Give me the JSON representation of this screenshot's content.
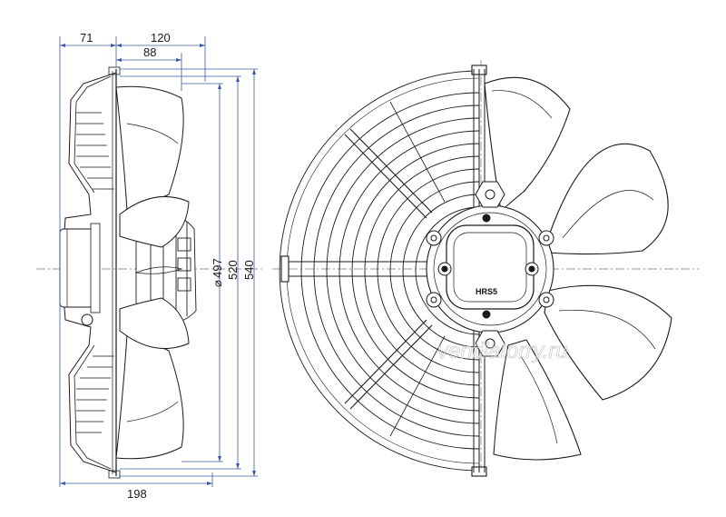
{
  "side_view": {
    "dimensions": {
      "guard_depth": "71",
      "mount_depth": "120",
      "motor_depth": "88",
      "total_depth": "198",
      "blade_dia": "497",
      "dia_symbol": "⌀",
      "mount_circle": "520",
      "guard_dia": "540"
    }
  },
  "front_view": {
    "motor_logo": "HRS5"
  },
  "watermark": "ventilatorry.ru",
  "colors": {
    "line": "#1a1a1a",
    "dim": "#3b5aa8",
    "center": "#7a7a7a",
    "watermark": "#c9c9c9"
  }
}
